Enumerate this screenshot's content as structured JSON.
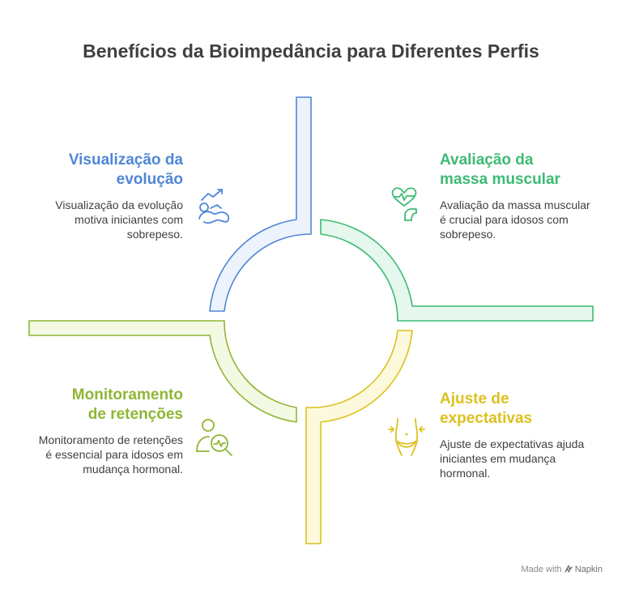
{
  "title": "Benefícios da Bioimpedância para Diferentes Perfis",
  "colors": {
    "blue": "#4f86d6",
    "blue_fill": "#ecf3fc",
    "green": "#3dbb74",
    "green_fill": "#e6f8ee",
    "lime": "#8fb634",
    "lime_fill": "#f4f9e3",
    "yellow": "#dcc11f",
    "yellow_fill": "#fdf9dc"
  },
  "quadrants": {
    "top_left": {
      "title_line1": "Visualização da",
      "title_line2": "evolução",
      "description": "Visualização da evolução motiva iniciantes com sobrepeso.",
      "icon": "chart-person-icon"
    },
    "top_right": {
      "title_line1": "Avaliação da",
      "title_line2": "massa muscular",
      "description": "Avaliação da massa muscular é crucial para idosos com sobrepeso.",
      "icon": "heart-muscle-icon"
    },
    "bottom_left": {
      "title_line1": "Monitoramento",
      "title_line2": "de retenções",
      "description": "Monitoramento de retenções é essencial para idosos em mudança hormonal.",
      "icon": "person-magnify-icon"
    },
    "bottom_right": {
      "title_line1": "Ajuste de",
      "title_line2": "expectativas",
      "description": "Ajuste de expectativas ajuda iniciantes em mudança hormonal.",
      "icon": "waist-measure-icon"
    }
  },
  "footer": {
    "made_with": "Made with",
    "brand": "Napkin"
  }
}
